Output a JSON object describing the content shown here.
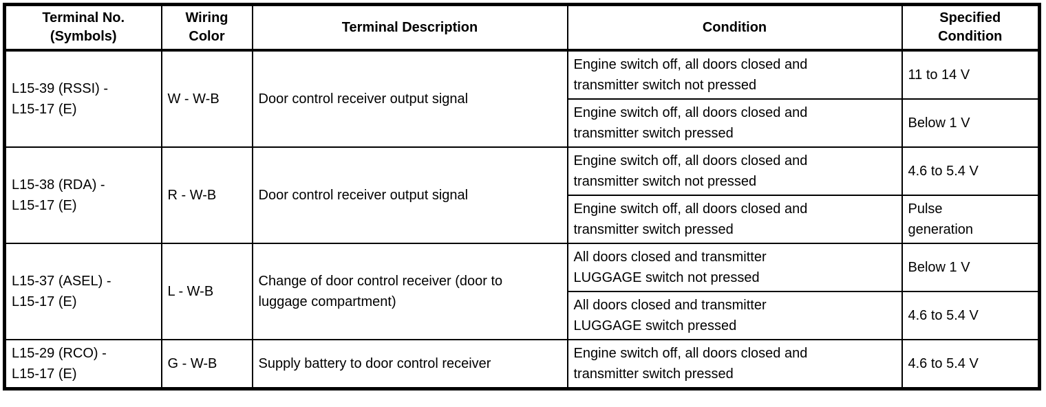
{
  "colors": {
    "border": "#000000",
    "background": "#ffffff",
    "text": "#000000"
  },
  "table": {
    "headers": [
      "Terminal No.\n(Symbols)",
      "Wiring\nColor",
      "Terminal Description",
      "Condition",
      "Specified\nCondition"
    ],
    "rows": [
      {
        "terminal": "L15-39 (RSSI) -\nL15-17 (E)",
        "wiring_color": "W - W-B",
        "description": "Door control receiver output signal",
        "conditions": [
          {
            "condition": "Engine switch off, all doors closed and\ntransmitter switch not pressed",
            "specified": "11 to 14 V"
          },
          {
            "condition": "Engine switch off, all doors closed and\ntransmitter switch pressed",
            "specified": "Below 1 V"
          }
        ]
      },
      {
        "terminal": "L15-38 (RDA) -\nL15-17 (E)",
        "wiring_color": "R - W-B",
        "description": "Door control receiver output signal",
        "conditions": [
          {
            "condition": "Engine switch off, all doors closed and\ntransmitter switch not pressed",
            "specified": "4.6 to 5.4 V"
          },
          {
            "condition": "Engine switch off, all doors closed and\ntransmitter switch pressed",
            "specified": "Pulse\ngeneration"
          }
        ]
      },
      {
        "terminal": "L15-37 (ASEL) -\nL15-17 (E)",
        "wiring_color": "L - W-B",
        "description": "Change of door control receiver (door to\nluggage compartment)",
        "conditions": [
          {
            "condition": "All doors closed and transmitter\nLUGGAGE switch not pressed",
            "specified": "Below 1 V"
          },
          {
            "condition": "All doors closed and transmitter\nLUGGAGE switch pressed",
            "specified": "4.6 to 5.4 V"
          }
        ]
      },
      {
        "terminal": "L15-29 (RCO) -\nL15-17 (E)",
        "wiring_color": "G - W-B",
        "description": "Supply battery to door control receiver",
        "conditions": [
          {
            "condition": "Engine switch off, all doors closed and\ntransmitter switch pressed",
            "specified": "4.6 to 5.4 V"
          }
        ]
      }
    ]
  }
}
